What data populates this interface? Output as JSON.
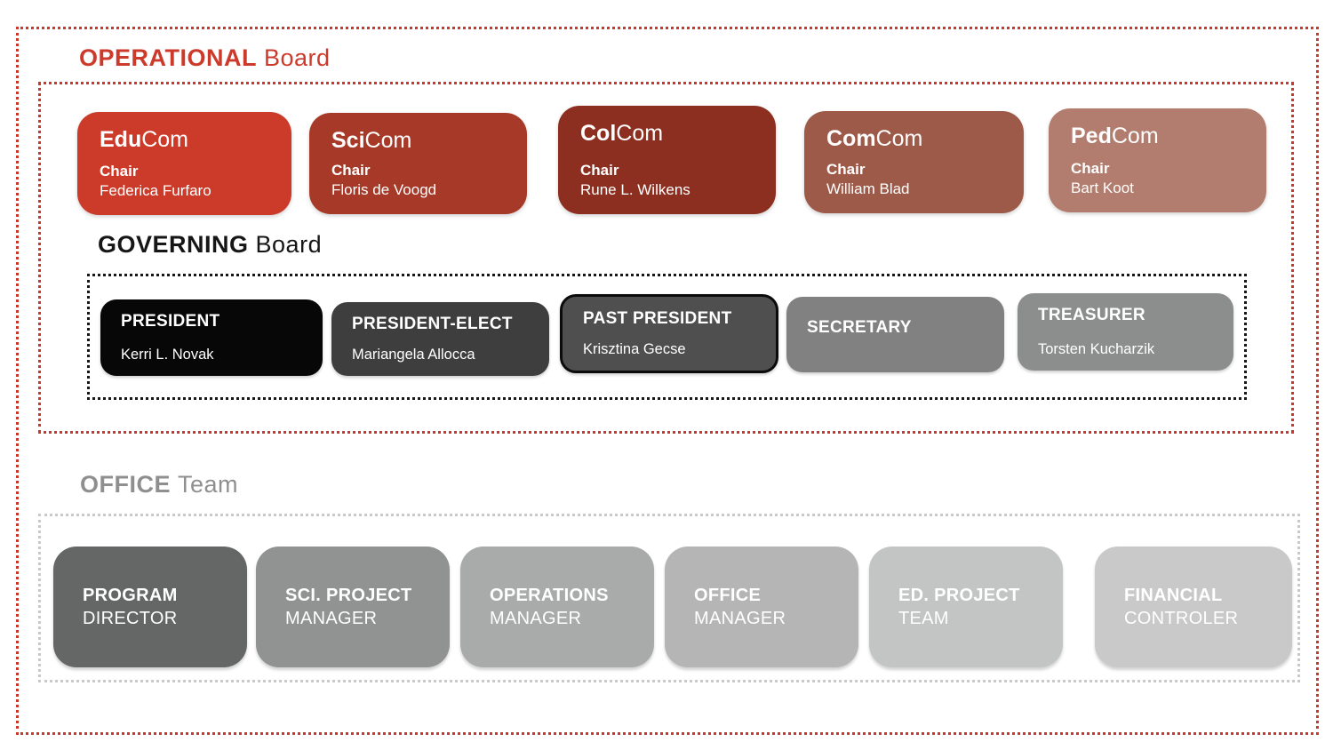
{
  "colors": {
    "accent_red": "#c9392b",
    "title_red": "#cc3a2c",
    "governing_outline_black": "#161616",
    "office_outline_gray": "#c9c9c9",
    "office_title_gray": "#8f8f8f"
  },
  "operational": {
    "title_bold": "OPERATIONAL",
    "title_regular": "Board",
    "committees": [
      {
        "prefix": "Edu",
        "suffix": "Com",
        "role": "Chair",
        "name": "Federica Furfaro",
        "color": "#cc3b29"
      },
      {
        "prefix": "Sci",
        "suffix": "Com",
        "role": "Chair",
        "name": "Floris de Voogd",
        "color": "#a63927"
      },
      {
        "prefix": "Col",
        "suffix": "Com",
        "role": "Chair",
        "name": "Rune L. Wilkens",
        "color": "#8d2f20"
      },
      {
        "prefix": "Com",
        "suffix": "Com",
        "role": "Chair",
        "name": "William Blad",
        "color": "#9d5a49"
      },
      {
        "prefix": "Ped",
        "suffix": "Com",
        "role": "Chair",
        "name": "Bart Koot",
        "color": "#b27d6e"
      }
    ]
  },
  "governing": {
    "title_bold": "GOVERNING",
    "title_regular": "Board",
    "positions": [
      {
        "title": "PRESIDENT",
        "name": "Kerri L. Novak",
        "color": "#070707"
      },
      {
        "title": "PRESIDENT-ELECT",
        "name": "Mariangela Allocca",
        "color": "#3e3e3e"
      },
      {
        "title": "PAST PRESIDENT",
        "name": "Krisztina Gecse",
        "color": "#4f4f4f"
      },
      {
        "title": "SECRETARY",
        "name": "",
        "color": "#818181"
      },
      {
        "title": "TREASURER",
        "name": "Torsten Kucharzik",
        "color": "#8c8e8d"
      }
    ]
  },
  "office": {
    "title_bold": "OFFICE",
    "title_regular": "Team",
    "roles": [
      {
        "line1": "PROGRAM",
        "line2": "DIRECTOR",
        "color": "#656767"
      },
      {
        "line1": "SCI. PROJECT",
        "line2": "MANAGER",
        "color": "#909392"
      },
      {
        "line1": "OPERATIONS",
        "line2": "MANAGER",
        "color": "#a9abaa"
      },
      {
        "line1": "OFFICE",
        "line2": "MANAGER",
        "color": "#b5b5b5"
      },
      {
        "line1": "ED. PROJECT",
        "line2": "TEAM",
        "color": "#c3c5c4"
      },
      {
        "line1": "FINANCIAL",
        "line2": "CONTROLER",
        "color": "#c9c9c9"
      }
    ]
  }
}
